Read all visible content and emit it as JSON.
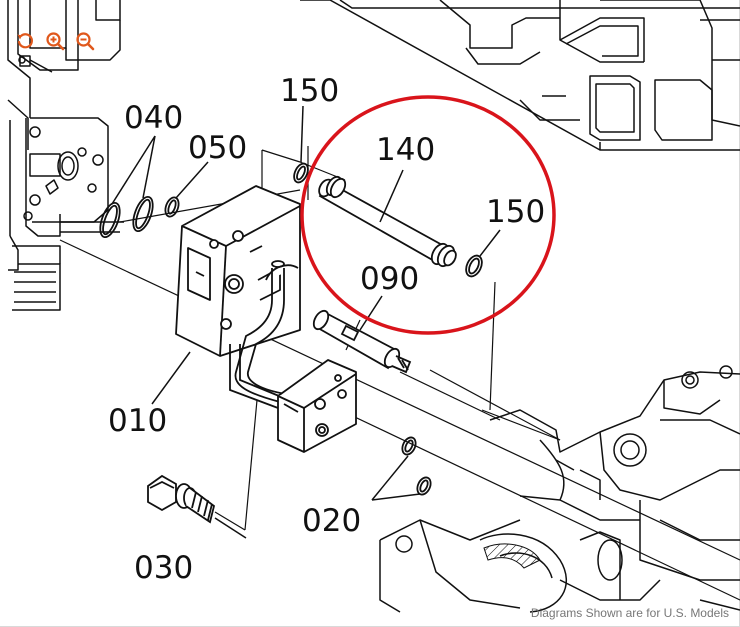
{
  "toolbar": {
    "buttons": [
      {
        "name": "reset-view-button",
        "icon": "rotate-ccw-icon"
      },
      {
        "name": "zoom-in-button",
        "icon": "zoom-in-icon"
      },
      {
        "name": "zoom-out-button",
        "icon": "zoom-out-icon"
      }
    ],
    "icon_color": "#e0581c"
  },
  "callouts": {
    "p150a": "150",
    "p040": "040",
    "p050": "050",
    "p140": "140",
    "p150b": "150",
    "p090": "090",
    "p010": "010",
    "p020": "020",
    "p030": "030"
  },
  "highlight": {
    "shape": "circle",
    "color": "#d9141b"
  },
  "footer": {
    "note": "Diagrams Shown are for U.S. Models"
  }
}
